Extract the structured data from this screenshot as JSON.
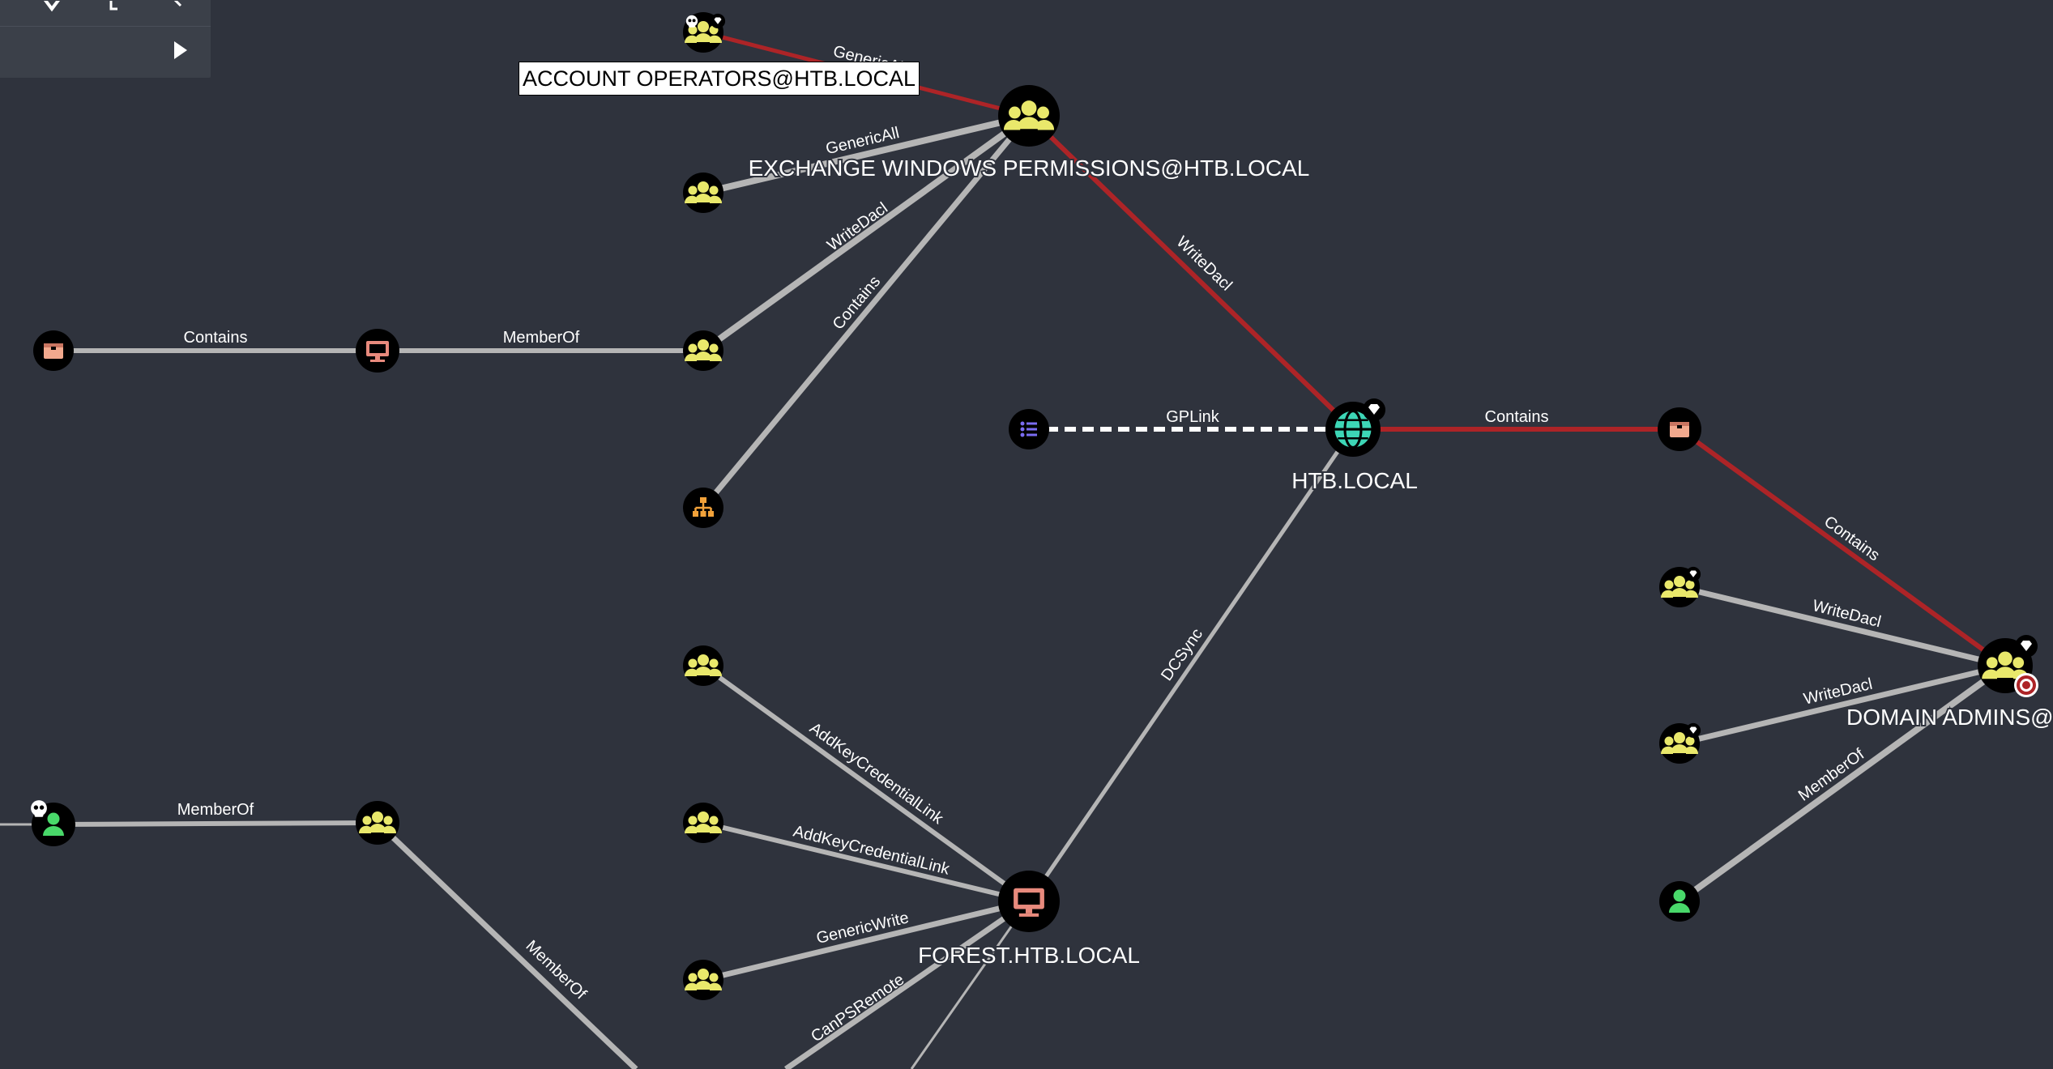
{
  "colors": {
    "background": "#2f333d",
    "edge_normal": "#b5b5b5",
    "edge_highlight": "#ad2427",
    "group_icon": "#e9e86b",
    "computer_icon": "#e88a7d",
    "ou_icon": "#f2a98e",
    "domain_icon": "#3dd6b6",
    "user_icon": "#49d86a",
    "gpo_icon": "#7a6cf2",
    "container_icon": "#f2a23a"
  },
  "hover_label": "ACCOUNT OPERATORS@HTB.LOCAL",
  "node_labels": {
    "exchange": "EXCHANGE WINDOWS PERMISSIONS@HTB.LOCAL",
    "htb": "HTB.LOCAL",
    "forest": "FOREST.HTB.LOCAL",
    "domain_admins": "DOMAIN ADMINS@HTB.LOCAL"
  },
  "edge_labels": {
    "acct_ops_exchange": "GenericAll",
    "g1_exchange": "GenericAll",
    "g2_exchange": "WriteDacl",
    "cont_exchange": "Contains",
    "exchange_htb": "WriteDacl",
    "ou1_comp1": "Contains",
    "comp1_g2": "MemberOf",
    "gpo_htb": "GPLink",
    "htb_ou2": "Contains",
    "ou2_da": "Contains",
    "g5_da": "WriteDacl",
    "g6_da": "WriteDacl",
    "user2_da": "MemberOf",
    "forest_htb": "DCSync",
    "g3_forest": "AddKeyCredentialLink",
    "g4_forest": "AddKeyCredentialLink",
    "g7_forest": "GenericWrite",
    "x_forest": "CanPSRemote",
    "user1_g8": "MemberOf",
    "g8_down": "MemberOf"
  },
  "icons": {
    "group": "group-icon",
    "computer": "computer-icon",
    "ou": "ou-icon",
    "domain": "domain-icon",
    "user": "user-icon",
    "gpo": "gpo-icon",
    "container": "container-icon",
    "owned": "skull-icon",
    "high_value": "diamond-icon",
    "target": "target-icon",
    "play": "play-icon"
  }
}
